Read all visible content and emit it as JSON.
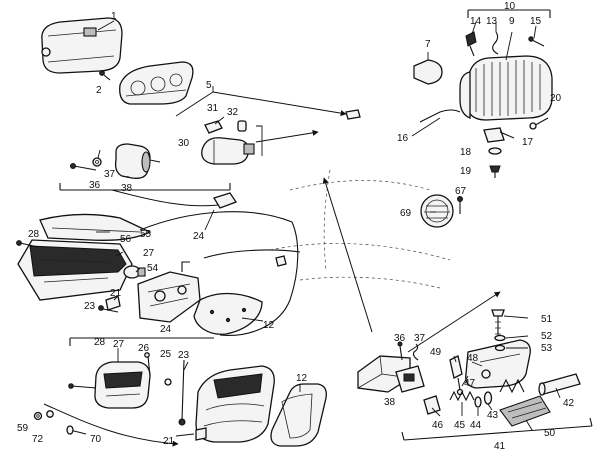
{
  "callouts": [
    {
      "id": "c1",
      "text": "1"
    },
    {
      "id": "c2",
      "text": "2"
    },
    {
      "id": "c5",
      "text": "5"
    },
    {
      "id": "c31",
      "text": "31"
    },
    {
      "id": "c32",
      "text": "32"
    },
    {
      "id": "c30",
      "text": "30"
    },
    {
      "id": "c37a",
      "text": "37"
    },
    {
      "id": "c36a",
      "text": "36"
    },
    {
      "id": "c38a",
      "text": "38"
    },
    {
      "id": "c10",
      "text": "10"
    },
    {
      "id": "c14",
      "text": "14"
    },
    {
      "id": "c13",
      "text": "13"
    },
    {
      "id": "c9",
      "text": "9"
    },
    {
      "id": "c15",
      "text": "15"
    },
    {
      "id": "c7",
      "text": "7"
    },
    {
      "id": "c20",
      "text": "20"
    },
    {
      "id": "c16",
      "text": "16"
    },
    {
      "id": "c17",
      "text": "17"
    },
    {
      "id": "c18",
      "text": "18"
    },
    {
      "id": "c19",
      "text": "19"
    },
    {
      "id": "c67",
      "text": "67"
    },
    {
      "id": "c69",
      "text": "69"
    },
    {
      "id": "c28a",
      "text": "28"
    },
    {
      "id": "c56",
      "text": "56"
    },
    {
      "id": "c55",
      "text": "55"
    },
    {
      "id": "c27a",
      "text": "27"
    },
    {
      "id": "c24a",
      "text": "24"
    },
    {
      "id": "c54",
      "text": "54"
    },
    {
      "id": "c21a",
      "text": "21"
    },
    {
      "id": "c23a",
      "text": "23"
    },
    {
      "id": "c24b",
      "text": "24"
    },
    {
      "id": "c12a",
      "text": "12"
    },
    {
      "id": "c28b",
      "text": "28"
    },
    {
      "id": "c27b",
      "text": "27"
    },
    {
      "id": "c26",
      "text": "26"
    },
    {
      "id": "c25",
      "text": "25"
    },
    {
      "id": "c23b",
      "text": "23"
    },
    {
      "id": "c21b",
      "text": "21"
    },
    {
      "id": "c12b",
      "text": "12"
    },
    {
      "id": "c59",
      "text": "59"
    },
    {
      "id": "c72",
      "text": "72"
    },
    {
      "id": "c70",
      "text": "70"
    },
    {
      "id": "c51",
      "text": "51"
    },
    {
      "id": "c52",
      "text": "52"
    },
    {
      "id": "c53",
      "text": "53"
    },
    {
      "id": "c36b",
      "text": "36"
    },
    {
      "id": "c37b",
      "text": "37"
    },
    {
      "id": "c49",
      "text": "49"
    },
    {
      "id": "c48",
      "text": "48"
    },
    {
      "id": "c38b",
      "text": "38"
    },
    {
      "id": "c47",
      "text": "47"
    },
    {
      "id": "c46",
      "text": "46"
    },
    {
      "id": "c45",
      "text": "45"
    },
    {
      "id": "c44",
      "text": "44"
    },
    {
      "id": "c43",
      "text": "43"
    },
    {
      "id": "c42",
      "text": "42"
    },
    {
      "id": "c50",
      "text": "50"
    },
    {
      "id": "c41",
      "text": "41"
    }
  ]
}
